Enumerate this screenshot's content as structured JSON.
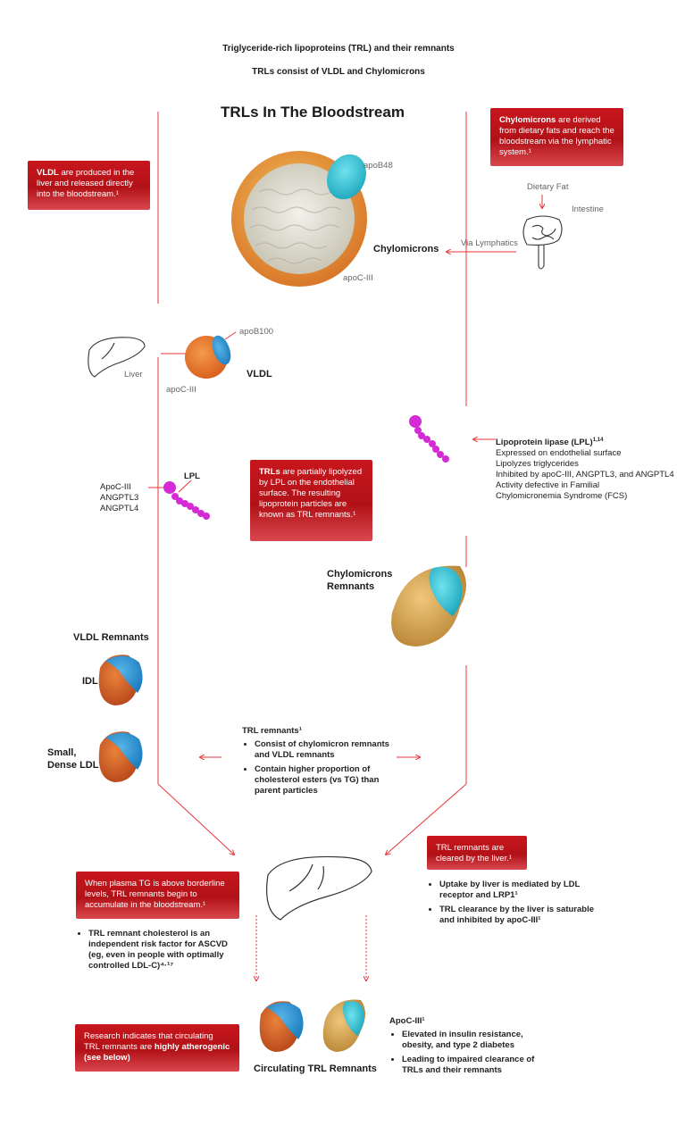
{
  "header": {
    "line1": "Triglyceride-rich lipoproteins (TRL) and their remnants",
    "line2": "TRLs consist of VLDL and Chylomicrons"
  },
  "title": "TRLs In The Bloodstream",
  "boxes": {
    "chylo_bold": "Chylomicrons",
    "chylo_text": " are derived from dietary fats and reach the bloodstream via the lymphatic system.¹",
    "vldl_bold": "VLDL",
    "vldl_text": " are produced in the liver and released directly into the bloodstream.¹",
    "trl_bold": "TRLs",
    "trl_text": " are partially lipolyzed by LPL on the endothelial surface. The resulting lipoprotein particles are known as TRL remnants.¹",
    "cleared_text": "TRL remnants are cleared by the liver.¹",
    "plasma_text": "When plasma TG is above borderline levels, TRL remnants begin to accumulate in the bloodstream.¹",
    "research_text": "Research indicates that circulating TRL remnants are ",
    "research_bold": "highly atherogenic (see below)"
  },
  "labels": {
    "apob48": "apoB48",
    "apoc3_top": "apoC-III",
    "chylomicrons": "Chylomicrons",
    "dietary_fat": "Dietary Fat",
    "intestine": "Intestine",
    "via_lymphatics": "Via Lymphatics",
    "apob100": "apoB100",
    "liver": "Liver",
    "vldl": "VLDL",
    "apoc3_vldl": "apoC-III",
    "lpl": "LPL",
    "inhibitors": [
      "ApoC-III",
      "ANGPTL3",
      "ANGPTL4"
    ],
    "chylo_remnants_1": "Chylomicrons",
    "chylo_remnants_2": "Remnants",
    "vldl_remnants": "VLDL Remnants",
    "idl": "IDL",
    "small_dense_1": "Small,",
    "small_dense_2": "Dense  LDL",
    "circulating": "Circulating TRL Remnants"
  },
  "lpl_info": {
    "title": "Lipoprotein lipase (LPL)",
    "sup": "1,14",
    "lines": [
      "Expressed on endothelial surface",
      "Lipolyzes triglycerides",
      "Inhibited by apoC-III, ANGPTL3, and ANGPTL4",
      "Activity defective in Familial",
      "Chylomicronemia Syndrome (FCS)"
    ]
  },
  "trl_remnants": {
    "title": "TRL remnants¹",
    "bullets": [
      "Consist of chylomicron remnants and VLDL remnants",
      "Contain higher proportion of cholesterol esters (vs TG) than parent particles"
    ]
  },
  "liver_uptake": {
    "bullets": [
      "Uptake by liver is mediated by LDL receptor and LRP1¹",
      "TRL clearance by the liver is saturable and inhibited by apoC-III¹"
    ]
  },
  "risk": {
    "bullets": [
      "TRL remnant cholesterol is an independent risk factor for ASCVD (eg, even in people with optimally controlled LDL-C)⁴·¹⁷"
    ]
  },
  "apoc3_info": {
    "title": "ApoC-III¹",
    "bullets": [
      "Elevated in insulin resistance, obesity, and type 2 diabetes",
      "Leading to impaired clearance of TRLs and their remnants"
    ]
  },
  "colors": {
    "accent_red": "#c8161d",
    "line_red": "#e8353b",
    "lpl_magenta": "#d42bd6",
    "apo_teal": "#3ec4d6",
    "vldl_orange": "#e8762a",
    "chylo_gold": "#d9a441"
  }
}
